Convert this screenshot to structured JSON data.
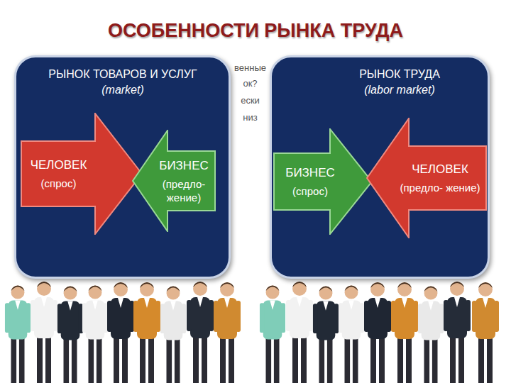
{
  "diagram": {
    "title": "ОСОБЕННОСТИ РЫНКА ТРУДА",
    "nodes": [
      {
        "text": [
          "РЫНОК ТОВАРОВ И УСЛУГ",
          "(market)"
        ]
      },
      {
        "text": [
          "ЧЕЛОВЕК",
          "(спрос)"
        ],
        "in": 0
      },
      {
        "text": [
          "БИЗНЕС",
          "(предло- жение)"
        ],
        "in": 0
      },
      {
        "text": [
          "РЫНОК ТРУДА",
          "(labor market)"
        ]
      },
      {
        "text": [
          "БИЗНЕС",
          "(спрос)"
        ],
        "in": 3
      },
      {
        "text": [
          "ЧЕЛОВЕК",
          "(предло- жение)"
        ],
        "in": 3
      }
    ],
    "labels": [
      "венные",
      "ок?",
      "ески",
      "низ"
    ]
  }
}
